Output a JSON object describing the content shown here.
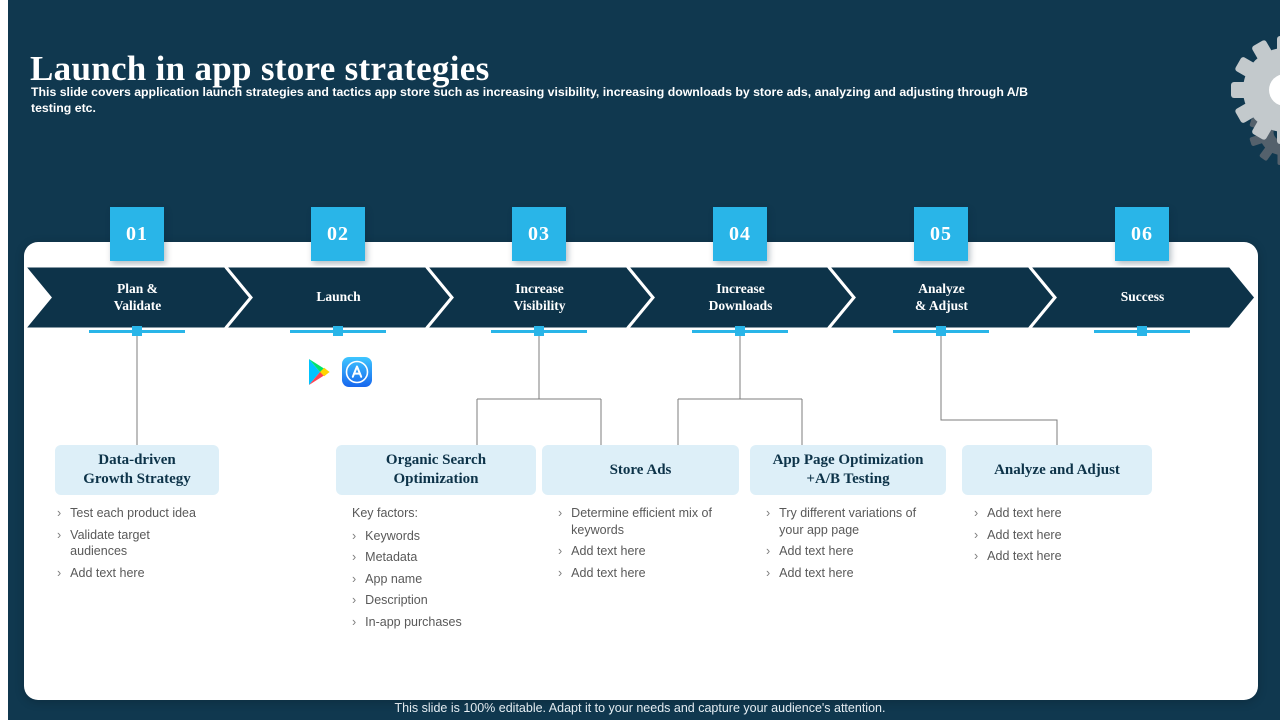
{
  "slide": {
    "title": "Launch in app store strategies",
    "subtitle": "This slide covers application launch strategies and tactics app store such as increasing visibility, increasing downloads by store ads, analyzing and adjusting through A/B testing etc.",
    "footer": "This slide is 100% editable. Adapt it to your needs and capture your audience's attention."
  },
  "marker": "›",
  "colors": {
    "background_navy": "#10384F",
    "arrow_navy": "#0D3349",
    "accent_cyan": "#29B5E8",
    "card_blue": "#DDEFF8",
    "bullet_gray": "#595959"
  },
  "icons": {
    "play_store": "google-play-icon",
    "app_store": "app-store-icon",
    "decoration": "gear-icon"
  },
  "steps": [
    {
      "number": "01",
      "label": "Plan &\nValidate"
    },
    {
      "number": "02",
      "label": "Launch"
    },
    {
      "number": "03",
      "label": "Increase\nVisibility"
    },
    {
      "number": "04",
      "label": "Increase\nDownloads"
    },
    {
      "number": "05",
      "label": "Analyze\n& Adjust"
    },
    {
      "number": "06",
      "label": "Success"
    }
  ],
  "cards": [
    {
      "title": "Data-driven\nGrowth Strategy",
      "bullets": [
        "Test each product idea",
        "Validate target audiences",
        "Add text here"
      ]
    },
    {
      "title": "Organic Search\nOptimization",
      "lead": "Key factors:",
      "bullets": [
        "Keywords",
        "Metadata",
        "App name",
        "Description",
        "In-app purchases"
      ]
    },
    {
      "title": "Store Ads",
      "bullets": [
        "Determine efficient mix of keywords",
        "Add text here",
        "Add text here"
      ]
    },
    {
      "title": "App Page Optimization\n+A/B Testing",
      "bullets": [
        "Try different variations of your app page",
        "Add text here",
        "Add text here"
      ]
    },
    {
      "title": "Analyze and Adjust",
      "bullets": [
        "Add text here",
        "Add text here",
        "Add text here"
      ]
    }
  ]
}
